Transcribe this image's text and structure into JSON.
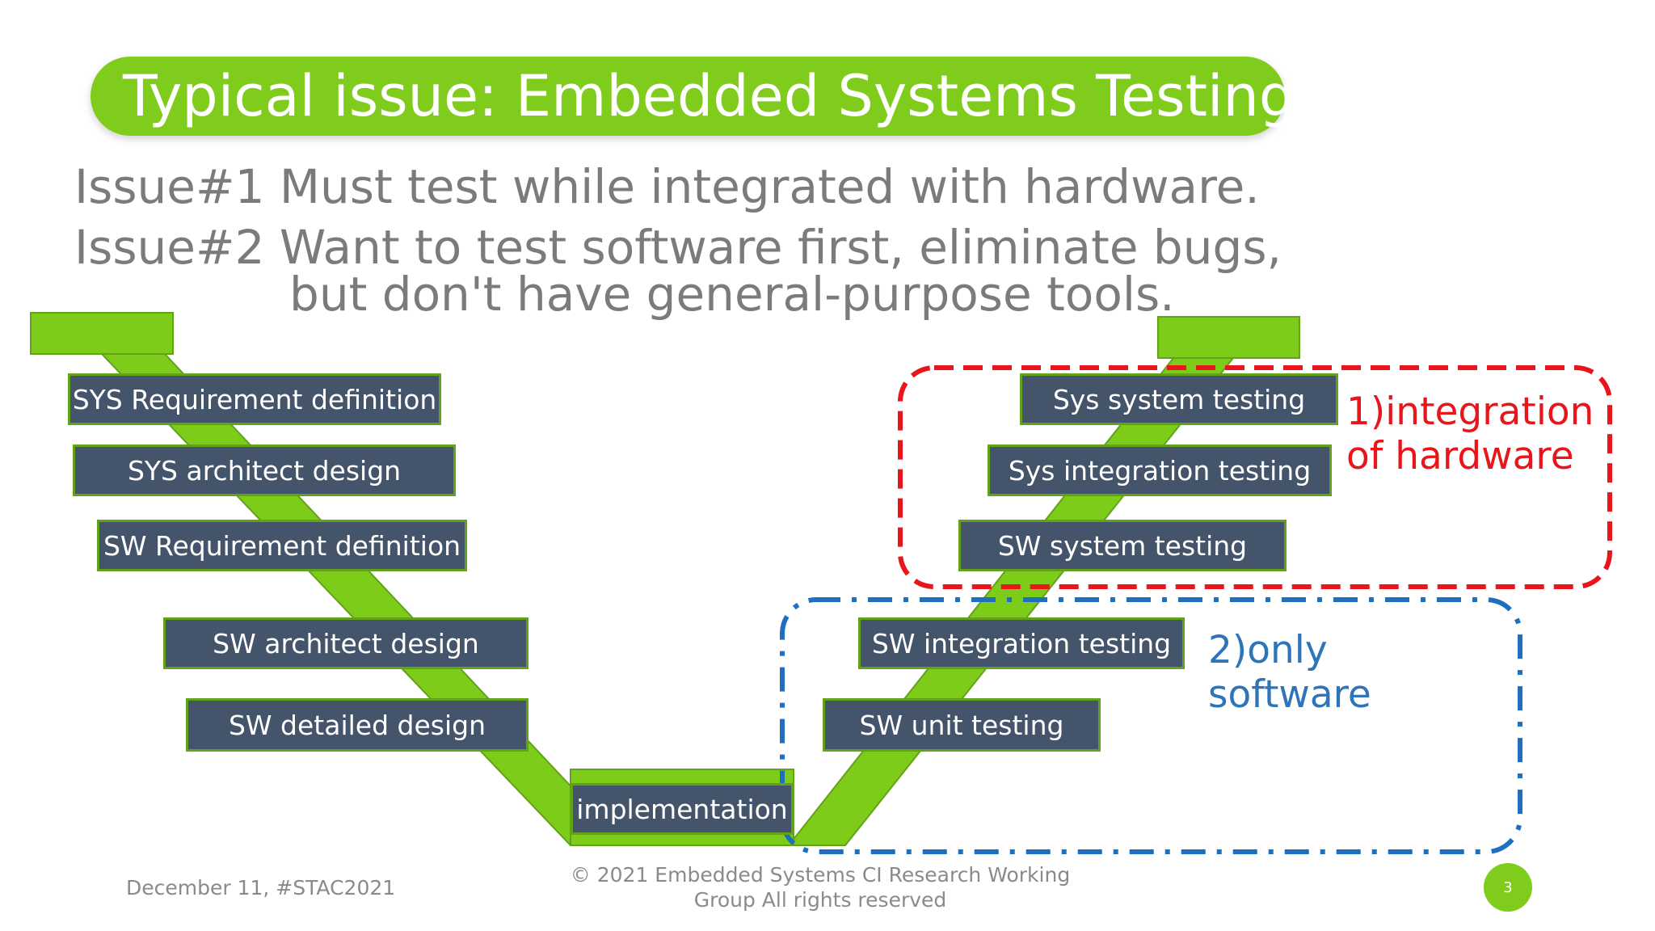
{
  "title": "Typical issue: Embedded Systems Testing",
  "issues": {
    "issue1": "Issue#1 Must test while integrated with hardware.",
    "issue2_line1": "Issue#2 Want to test software first, eliminate bugs,",
    "issue2_line2": "but don't have general-purpose tools."
  },
  "v_model": {
    "left_steps": [
      "SYS Requirement definition",
      "SYS architect design",
      "SW Requirement definition",
      "SW architect design",
      "SW detailed design"
    ],
    "bottom_step": "implementation",
    "right_steps": [
      "Sys system testing",
      "Sys integration testing",
      "SW system testing",
      "SW integration testing",
      "SW unit testing"
    ]
  },
  "callouts": {
    "hardware": {
      "line1": "1)integration",
      "line2": "of hardware",
      "color": "#e8151b"
    },
    "software": {
      "line1": "2)only",
      "line2": "software",
      "color": "#2e74b8"
    }
  },
  "footer": {
    "left": "December 11, #STAC2021",
    "center_line1": "©  2021 Embedded Systems CI Research Working",
    "center_line2": "Group All rights reserved",
    "page_number": "3"
  },
  "colors": {
    "accent_green": "#80cc1c",
    "box_fill": "#44546a",
    "text_gray": "#7b7b7b"
  }
}
